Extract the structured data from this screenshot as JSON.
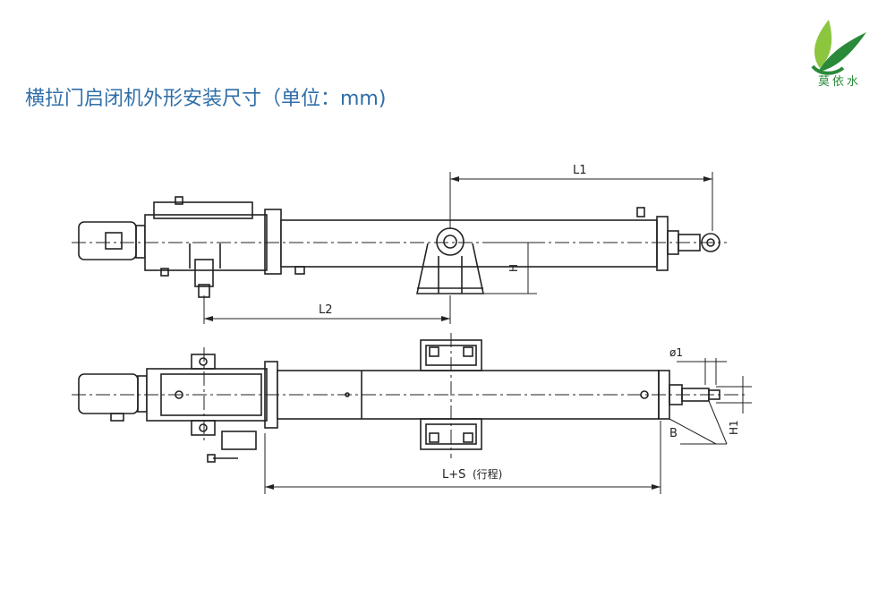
{
  "title": "横拉门启闭机外形安装尺寸（单位：mm)",
  "logo": {
    "text": "莫依水",
    "color_leaf_dark": "#2a8a3a",
    "color_leaf_light": "#8cc63f"
  },
  "labels": {
    "L1": "L1",
    "L2": "L2",
    "L_S": "L+S",
    "stroke": "(行程)",
    "phi1": "ø1",
    "B": "B",
    "H1": "H1",
    "H": "H"
  },
  "colors": {
    "title": "#2f6ea8",
    "line": "#222222"
  }
}
